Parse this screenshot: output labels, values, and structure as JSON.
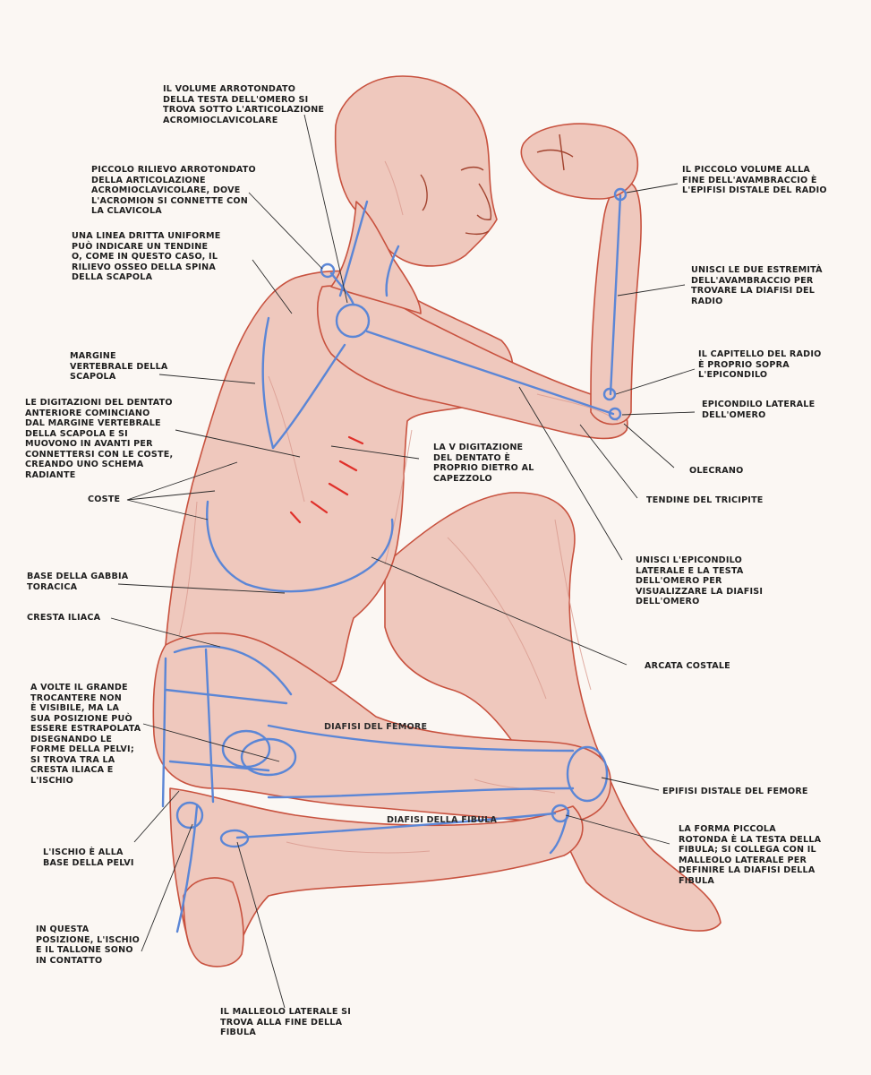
{
  "colors": {
    "background": "#fbf7f3",
    "skin": "#efc8bd",
    "skin_shadow": "#d99a8e",
    "sketch_red": "#c8523f",
    "construction_blue": "#5b86d6",
    "serratus_red": "#e0302a",
    "leader_line": "#2a2a2a",
    "text": "#1e1e1e"
  },
  "labels": {
    "humerus_head": "Il volume arrotondato\ndella testa dell'omero si\ntrova sotto l'articolazione\nacromioclavicolare",
    "acromion": "Piccolo rilievo arrotondato\ndella articolazione\nacromioclavicolare, dove\nl'acromion si connette con\nla clavicola",
    "scapula_spine": "Una linea dritta uniforme\npuò indicare un tendine\no, come in questo caso, il\nrilievo osseo della spina\ndella scapola",
    "vertebral_margin": "Margine\nvertebrale della\nscapola",
    "serratus": "Le digitazioni del dentato\nanteriore cominciano\ndal margine vertebrale\ndella scapola e si\nmuovono in avanti per\nconnettersi con le coste,\ncreando uno schema\nradiante",
    "coste": "Coste",
    "v_digitation": "La V digitazione\ndel dentato è\nproprio dietro al\ncapezzolo",
    "rib_cage_base": "Base della gabbia\ntoracica",
    "iliac_crest": "Cresta iliaca",
    "trochanter": "A volte il grande\ntrocantere non\nè visibile, ma la\nsua posizione può\nessere estrapolata\ndisegnando le\nforme della pelvi;\nsi trova tra la\ncresta iliaca e\nl'ischio",
    "ischium": "L'ischio è alla\nbase della pelvi",
    "ischium_heel": "In questa\nposizione, l'ischio\ne il tallone sono\nin contatto",
    "lateral_malleolus": "Il malleolo laterale si\ntrova alla fine della\nfibula",
    "radius_distal": "Il piccolo volume alla\nfine dell'avambraccio è\nl'epifisi distale del radio",
    "radius_shaft": "Unisci le due estremità\ndell'avambraccio per\ntrovare la diafisi del\nradio",
    "radius_head": "Il capitello del radio\nè proprio sopra\nl'epicondilo",
    "lateral_epicondyle": "Epicondilo laterale\ndell'omero",
    "olecranon": "Olecrano",
    "triceps_tendon": "Tendine del tricipite",
    "humerus_shaft": "Unisci l'epicondilo\nlaterale e la testa\ndell'omero per\nvisualizzare la diafisi\ndell'omero",
    "costal_arch": "Arcata costale",
    "femur_shaft": "Diafisi del femore",
    "femur_distal": "Epifisi distale del femore",
    "fibula_shaft": "Diafisi della fibula",
    "fibula_head": "La forma piccola\nrotonda è la testa della\nfibula; si collega con il\nmalleolo laterale per\ndefinire la diafisi della\nfibula"
  }
}
